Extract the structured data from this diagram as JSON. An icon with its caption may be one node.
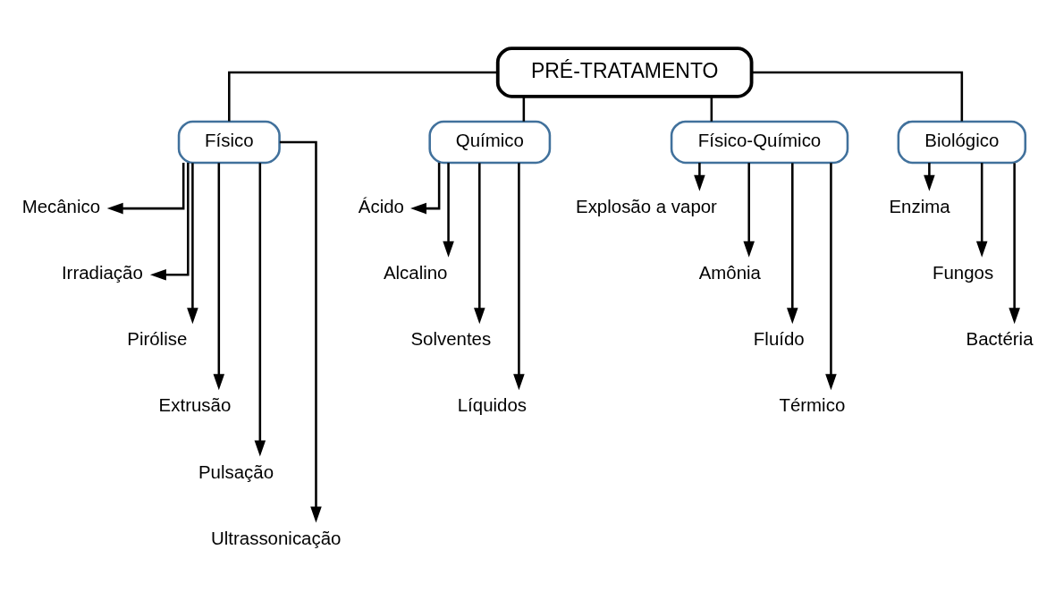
{
  "diagram": {
    "nodes": [
      {
        "text": [
          "PRÉ-TRATAMENTO"
        ]
      },
      {
        "text": [
          "Físico"
        ]
      },
      {
        "text": [
          "Químico"
        ]
      },
      {
        "text": [
          "Físico-Químico"
        ]
      },
      {
        "text": [
          "Biológico"
        ]
      },
      {
        "text": [
          "Mecânico"
        ]
      },
      {
        "text": [
          "Irradiação"
        ]
      },
      {
        "text": [
          "Pirólise"
        ]
      },
      {
        "text": [
          "Extrusão"
        ]
      },
      {
        "text": [
          "Pulsação"
        ]
      },
      {
        "text": [
          "Ultrassonicação"
        ]
      },
      {
        "text": [
          "Ácido"
        ]
      },
      {
        "text": [
          "Alcalino"
        ]
      },
      {
        "text": [
          "Solventes"
        ]
      },
      {
        "text": [
          "Líquidos"
        ]
      },
      {
        "text": [
          "Explosão a vapor"
        ]
      },
      {
        "text": [
          "Amônia"
        ]
      },
      {
        "text": [
          "Fluído"
        ]
      },
      {
        "text": [
          "Térmico"
        ]
      },
      {
        "text": [
          "Enzima"
        ]
      },
      {
        "text": [
          "Fungos"
        ]
      },
      {
        "text": [
          "Bactéria"
        ]
      }
    ],
    "edges": [
      {
        "from": 0,
        "to": 1,
        "arrow": "none"
      },
      {
        "from": 0,
        "to": 2,
        "arrow": "none"
      },
      {
        "from": 0,
        "to": 3,
        "arrow": "none"
      },
      {
        "from": 0,
        "to": 4,
        "arrow": "none"
      },
      {
        "from": 1,
        "to": 5,
        "arrow": "to"
      },
      {
        "from": 1,
        "to": 6,
        "arrow": "to"
      },
      {
        "from": 1,
        "to": 7,
        "arrow": "to"
      },
      {
        "from": 1,
        "to": 8,
        "arrow": "to"
      },
      {
        "from": 1,
        "to": 9,
        "arrow": "to"
      },
      {
        "from": 1,
        "to": 10,
        "arrow": "to"
      },
      {
        "from": 2,
        "to": 11,
        "arrow": "to"
      },
      {
        "from": 2,
        "to": 12,
        "arrow": "to"
      },
      {
        "from": 2,
        "to": 13,
        "arrow": "to"
      },
      {
        "from": 2,
        "to": 14,
        "arrow": "to"
      },
      {
        "from": 3,
        "to": 15,
        "arrow": "to"
      },
      {
        "from": 3,
        "to": 16,
        "arrow": "to"
      },
      {
        "from": 3,
        "to": 17,
        "arrow": "to"
      },
      {
        "from": 3,
        "to": 18,
        "arrow": "to"
      },
      {
        "from": 4,
        "to": 19,
        "arrow": "to"
      },
      {
        "from": 4,
        "to": 20,
        "arrow": "to"
      },
      {
        "from": 4,
        "to": 21,
        "arrow": "to"
      }
    ]
  }
}
